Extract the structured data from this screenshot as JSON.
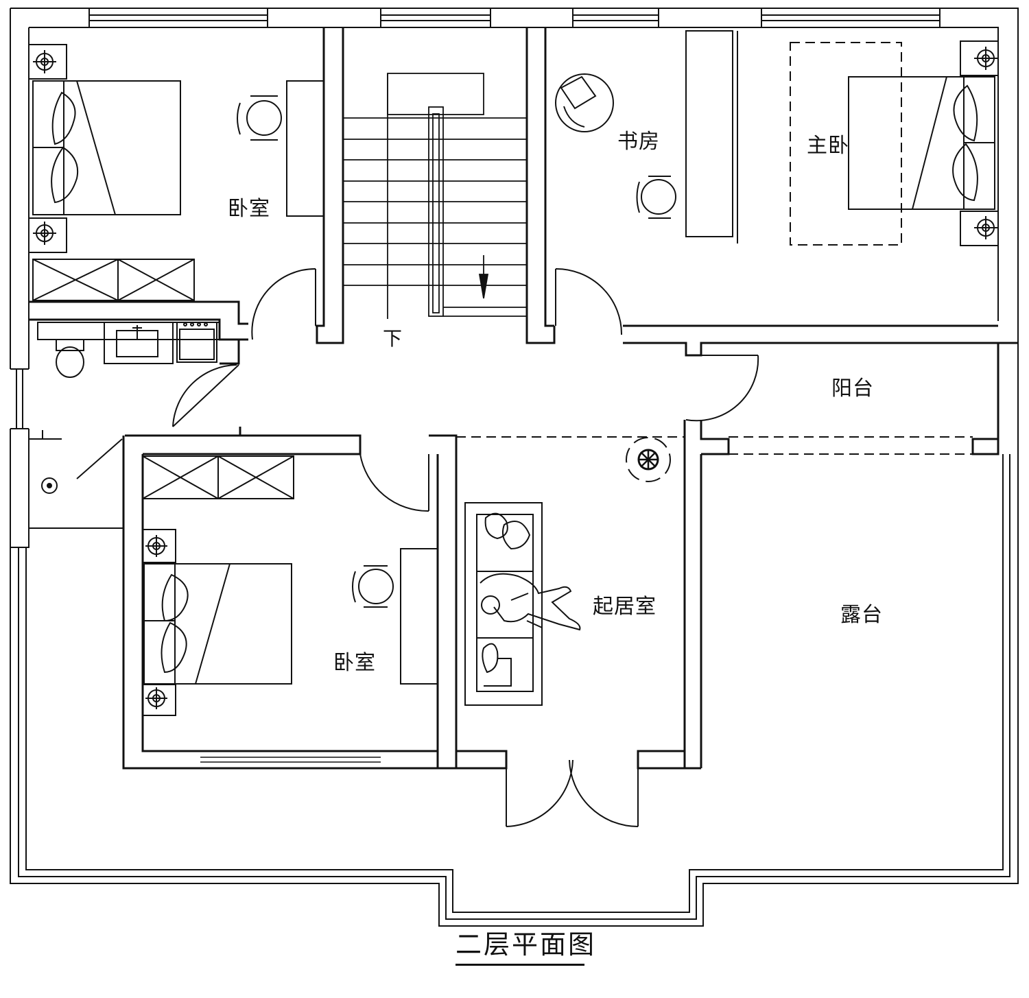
{
  "drawing": {
    "title": "二层平面图"
  },
  "rooms": {
    "bedroom_nw": "卧室",
    "study": "书房",
    "master_bedroom": "主卧",
    "balcony": "阳台",
    "bedroom_sw": "卧室",
    "family_room": "起居室",
    "terrace": "露台"
  },
  "annotations": {
    "stair_direction": "下"
  },
  "colors": {
    "line": "#111111",
    "background": "#ffffff"
  }
}
